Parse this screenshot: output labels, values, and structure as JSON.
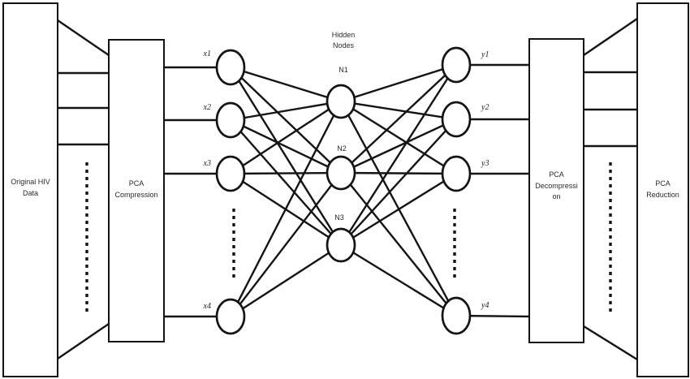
{
  "boxes": {
    "original": {
      "line1": "Original HIV",
      "line2": "Data"
    },
    "compression": {
      "line1": "PCA",
      "line2": "Compression"
    },
    "decompression": {
      "line1": "PCA",
      "line2": "Decompressi",
      "line3": "on"
    },
    "reduction": {
      "line1": "PCA",
      "line2": "Reduction"
    }
  },
  "network": {
    "hidden_title": {
      "line1": "Hidden",
      "line2": "Nodes"
    },
    "input_nodes": [
      {
        "label": "x1"
      },
      {
        "label": "x2"
      },
      {
        "label": "x3"
      },
      {
        "label": "x4"
      }
    ],
    "hidden_nodes": [
      {
        "label": "N1"
      },
      {
        "label": "N2"
      },
      {
        "label": "N3"
      }
    ],
    "output_nodes": [
      {
        "label": "y1"
      },
      {
        "label": "y2"
      },
      {
        "label": "y3"
      },
      {
        "label": "y4"
      }
    ]
  },
  "colors": {
    "stroke": "#141414",
    "background": "#ffffff",
    "text": "#2b2b2b"
  }
}
